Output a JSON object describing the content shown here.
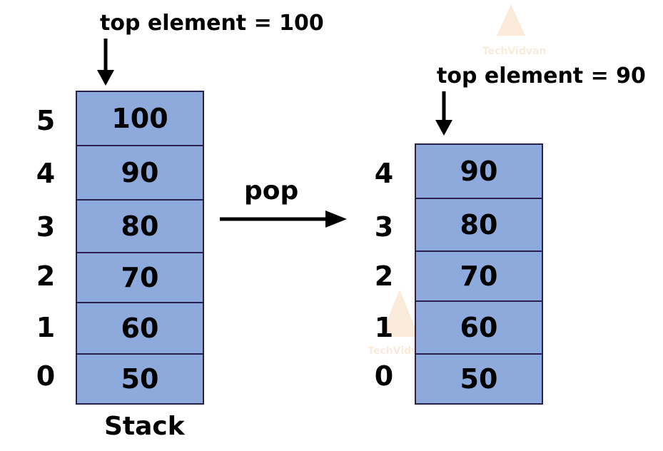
{
  "left_stack": {
    "top_label": "top element = 100",
    "caption": "Stack",
    "rows": [
      {
        "index": "5",
        "value": "100"
      },
      {
        "index": "4",
        "value": "90"
      },
      {
        "index": "3",
        "value": "80"
      },
      {
        "index": "2",
        "value": "70"
      },
      {
        "index": "1",
        "value": "60"
      },
      {
        "index": "0",
        "value": "50"
      }
    ]
  },
  "operation": {
    "label": "pop"
  },
  "right_stack": {
    "top_label": "top element = 90",
    "rows": [
      {
        "index": "4",
        "value": "90"
      },
      {
        "index": "3",
        "value": "80"
      },
      {
        "index": "2",
        "value": "70"
      },
      {
        "index": "1",
        "value": "60"
      },
      {
        "index": "0",
        "value": "50"
      }
    ]
  },
  "watermark": {
    "text": "TechVidvan"
  },
  "colors": {
    "cell_fill": "#8EA9DB",
    "cell_border": "#2b1f4e",
    "watermark": "#e8903a"
  }
}
